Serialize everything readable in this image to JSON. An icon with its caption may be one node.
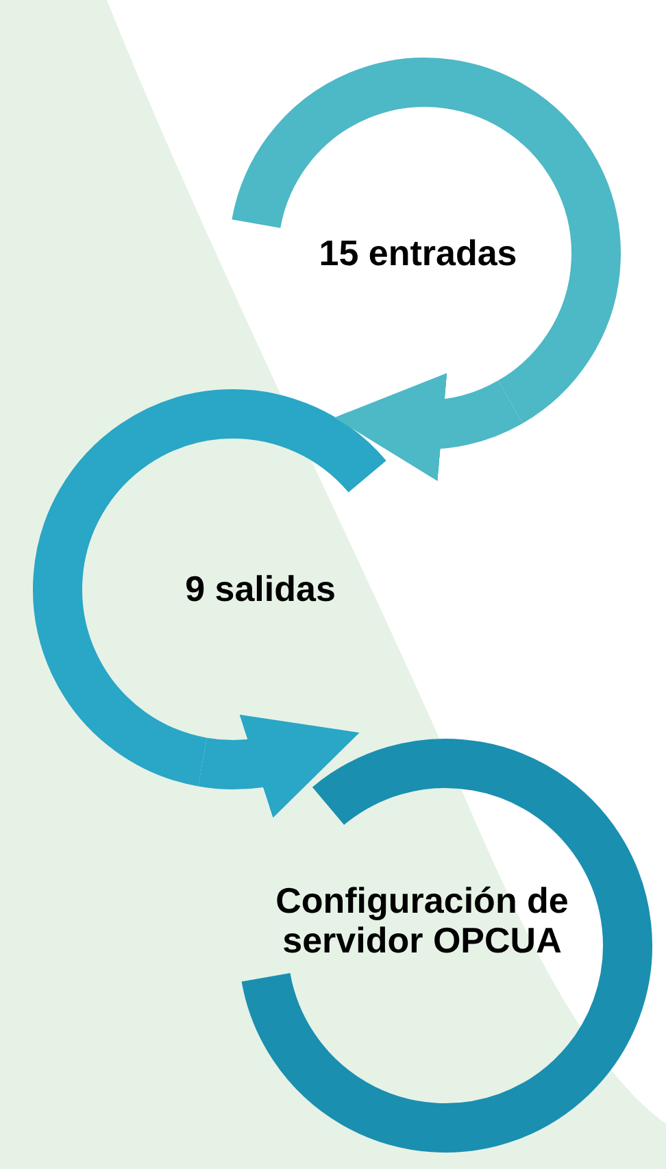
{
  "diagram": {
    "nodes": [
      {
        "text": [
          "15 entradas"
        ]
      },
      {
        "text": [
          "9 salidas"
        ]
      },
      {
        "text": [
          "Configuración de servidor OPCUA"
        ]
      }
    ],
    "edges": [
      {
        "from": 0,
        "to": 1,
        "arrow": "to"
      },
      {
        "from": 1,
        "to": 2,
        "arrow": "to"
      }
    ]
  }
}
